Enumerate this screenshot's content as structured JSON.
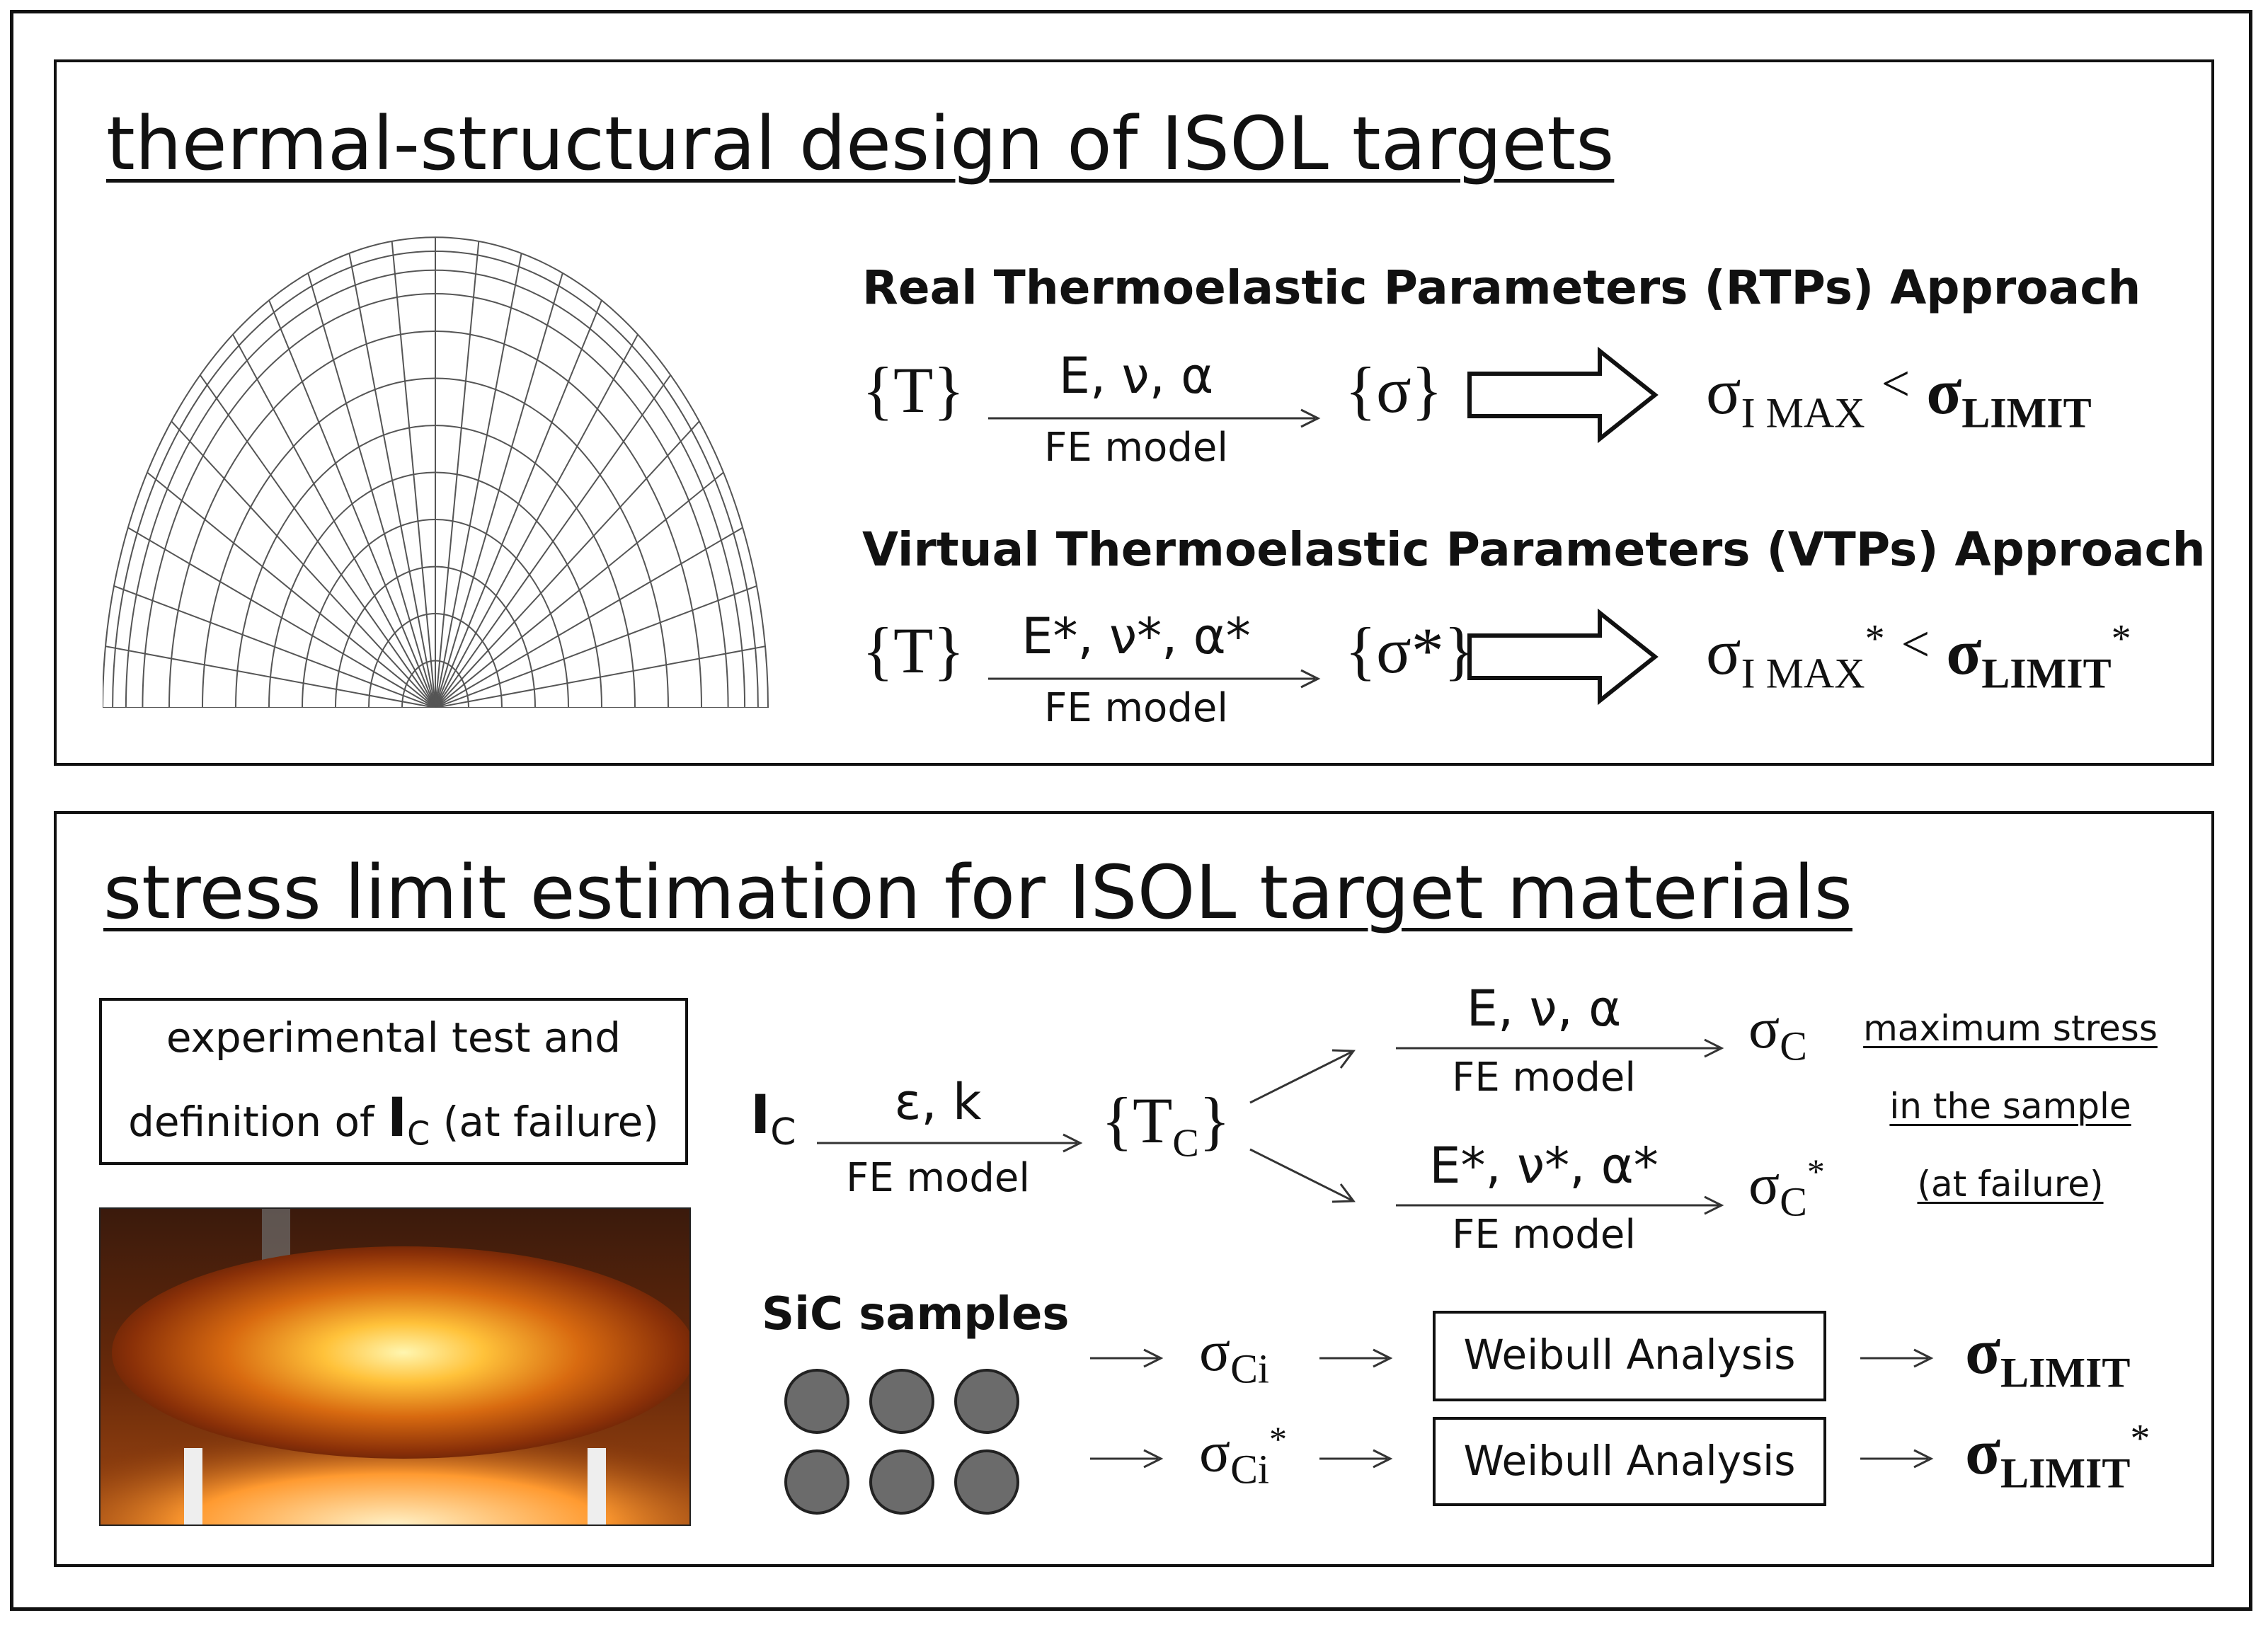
{
  "panel_top": {
    "title": "thermal-structural design of ISOL targets",
    "rtp": {
      "heading": "Real Thermoelastic Parameters (RTPs) Approach",
      "input": "{T}",
      "params": "E, ν, α",
      "model": "FE model",
      "output": "{σ}",
      "sigma": "σ",
      "sub": "I MAX",
      "lt": "<",
      "limit_sigma": "σ",
      "limit_sub": "LIMIT"
    },
    "vtp": {
      "heading": "Virtual Thermoelastic Parameters (VTPs) Approach",
      "input": "{T}",
      "params": "E*, ν*, α*",
      "model": "FE model",
      "output": "{σ*}",
      "sigma": "σ",
      "sub": "I MAX",
      "star": "*",
      "lt": "<",
      "limit_sigma": "σ",
      "limit_sub": "LIMIT",
      "limit_star": "*"
    }
  },
  "panel_bottom": {
    "title": "stress limit estimation for ISOL target materials",
    "box_line1": "experimental test and",
    "box_line2_pre": "definition of ",
    "box_ic": "I",
    "box_ic_sub": "C",
    "box_line2_post": " (at failure)",
    "ic_main": "I",
    "ic_sub": "C",
    "ic_params": "ε, k",
    "ic_model": "FE model",
    "tc": "{T",
    "tc_sub": "C",
    "tc_close": "}",
    "upper_params": "E, ν, α",
    "upper_model": "FE model",
    "upper_sigma": "σ",
    "upper_sub": "C",
    "lower_params": "E*, ν*, α*",
    "lower_model": "FE model",
    "lower_sigma": "σ",
    "lower_sub": "C",
    "lower_star": "*",
    "note_lines": [
      "maximum stress",
      "in the sample",
      "(at failure)"
    ],
    "samples_label": "SiC samples",
    "row1_sigma": "σ",
    "row1_sub": "Ci",
    "row1_box": "Weibull Analysis",
    "row1_limit": "σ",
    "row1_limit_sub": "LIMIT",
    "row2_sigma": "σ",
    "row2_sub": "Ci",
    "row2_star": "*",
    "row2_box": "Weibull Analysis",
    "row2_limit": "σ",
    "row2_limit_sub": "LIMIT",
    "row2_limit_star": "*"
  }
}
